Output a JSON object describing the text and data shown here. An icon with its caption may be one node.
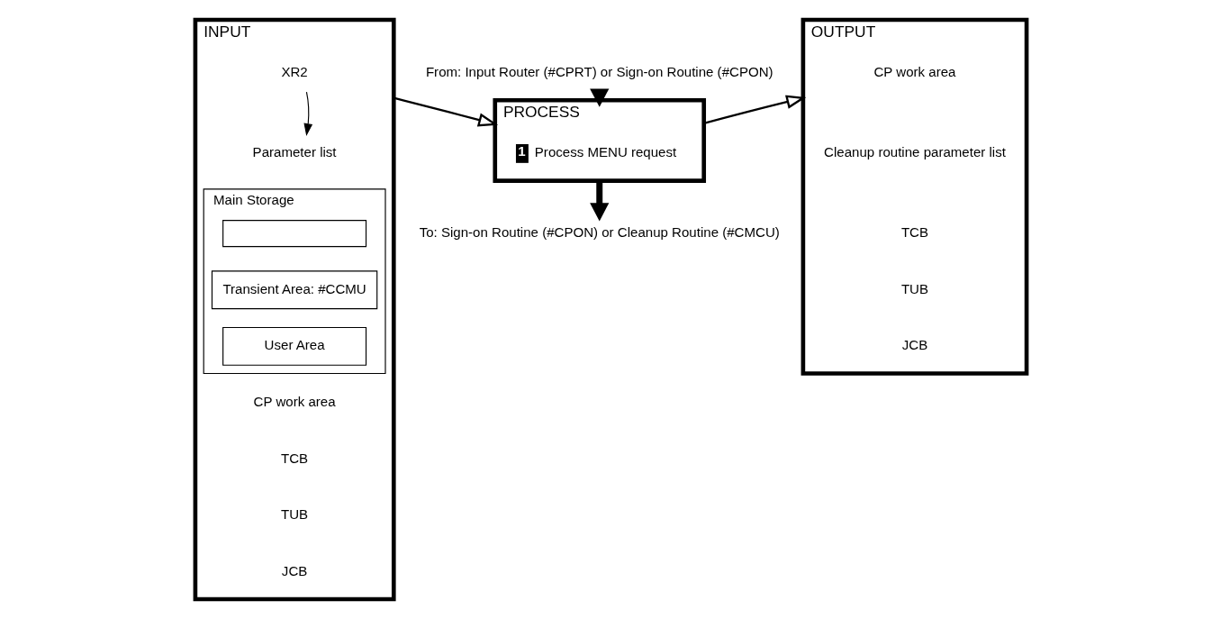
{
  "diagram": {
    "nodes": [
      {
        "text": [
          "INPUT"
        ]
      },
      {
        "text": [
          "XR2"
        ],
        "in": 0
      },
      {
        "text": [
          "Parameter list"
        ],
        "in": 0
      },
      {
        "text": [
          "Main Storage"
        ],
        "in": 0
      },
      {
        "text": [],
        "shape": "box",
        "in": 3
      },
      {
        "text": [
          "Transient Area: #CCMU"
        ],
        "in": 3
      },
      {
        "text": [
          "User Area"
        ],
        "in": 3
      },
      {
        "text": [
          "PROCESS"
        ]
      },
      {
        "text": [
          "1",
          "Process MENU request"
        ],
        "in": 7
      },
      {
        "text": [
          "OUTPUT"
        ]
      },
      {
        "text": [
          "From: Input Router (#CPRT) or Sign-on Routine (#CPON)"
        ]
      },
      {
        "text": [
          "To: Sign-on Routine (#CPON) or Cleanup Routine (#CMCU)"
        ]
      }
    ],
    "edges": [
      {
        "from": 1,
        "to": 2,
        "arrow": "to"
      },
      {
        "from": 10,
        "to": 7,
        "arrow": "to",
        "style": "thick"
      },
      {
        "from": 0,
        "to": 7,
        "arrow": "to"
      },
      {
        "from": 7,
        "to": 9,
        "arrow": "to"
      },
      {
        "from": 7,
        "to": 11,
        "arrow": "to",
        "style": "thick"
      }
    ],
    "labels": [
      "CP work area",
      "TCB",
      "TUB",
      "JCB",
      "CP work area",
      "Cleanup routine parameter list",
      "TCB",
      "TUB",
      "JCB"
    ]
  }
}
